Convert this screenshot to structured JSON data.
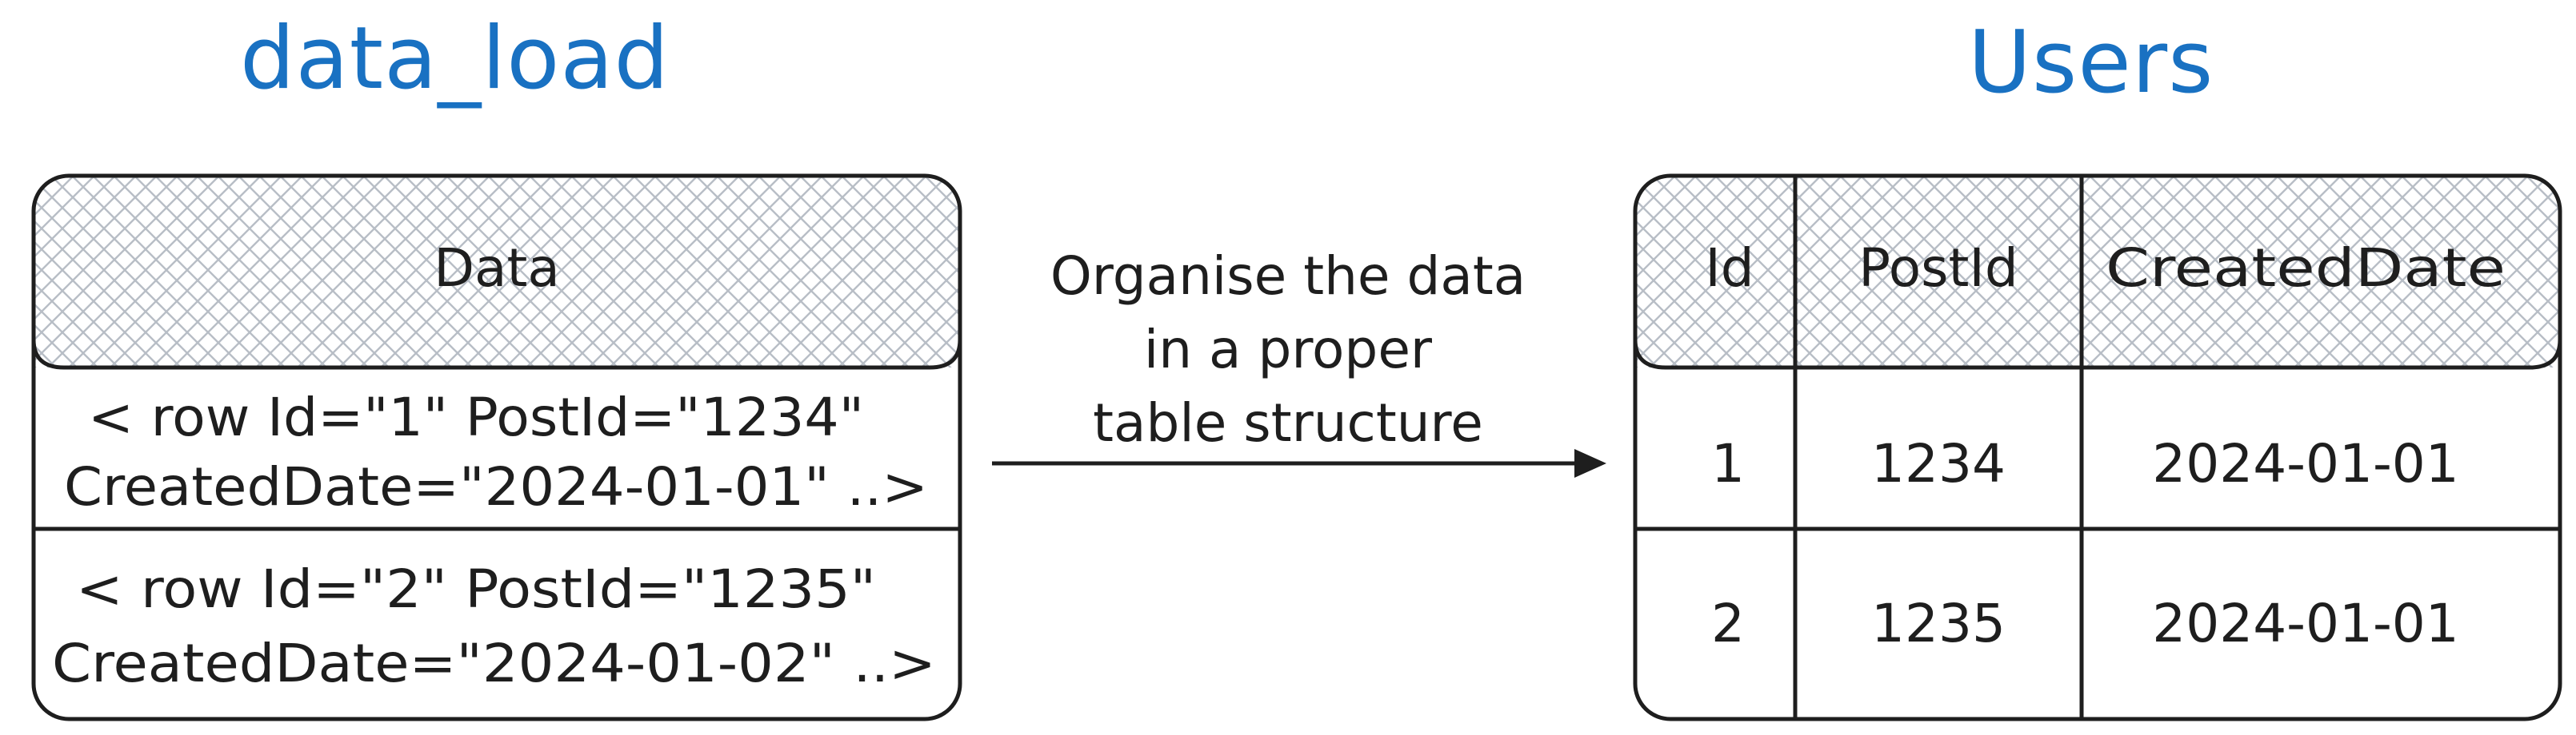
{
  "source_table": {
    "title": "data_load",
    "header": "Data",
    "rows": [
      {
        "line1": "< row Id=\"1\" PostId=\"1234\"",
        "line2": "CreatedDate=\"2024-01-01\" ..>"
      },
      {
        "line1": "< row Id=\"2\" PostId=\"1235\"",
        "line2": "CreatedDate=\"2024-01-02\" ..>"
      }
    ]
  },
  "transform_note": {
    "lines": [
      "Organise the data",
      "in a proper",
      "table structure"
    ]
  },
  "target_table": {
    "title": "Users",
    "columns": [
      "Id",
      "PostId",
      "CreatedDate"
    ],
    "rows": [
      [
        "1",
        "1234",
        "2024-01-01"
      ],
      [
        "2",
        "1235",
        "2024-01-01"
      ]
    ]
  },
  "colors": {
    "title": "#1971c2",
    "stroke": "#1e1e1e",
    "hatch": "#b8bec6"
  }
}
